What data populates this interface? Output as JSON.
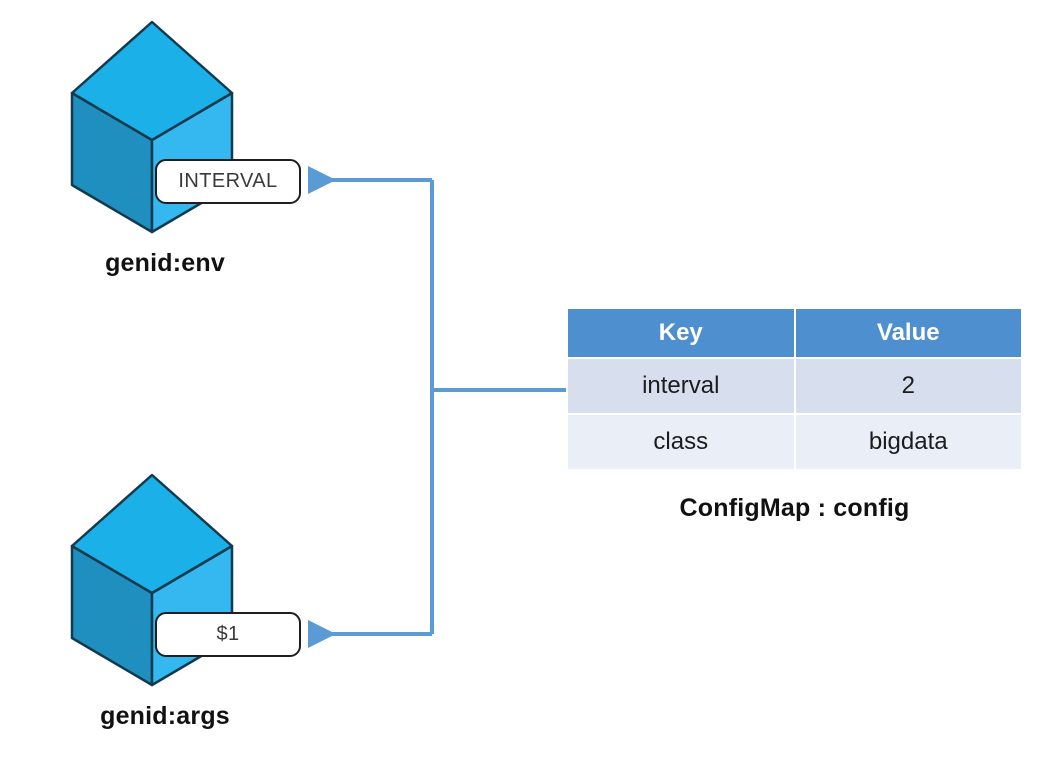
{
  "diagram": {
    "title": "Kubernetes ConfigMap injection diagram",
    "colors": {
      "cube_top": "#1cb0e8",
      "cube_left": "#1f8fc0",
      "cube_right": "#35b7f0",
      "cube_edge": "#123a4d",
      "connector": "#5b9bd5",
      "table_header_bg": "#4e8fd0",
      "table_header_text": "#ffffff",
      "table_row_odd_bg": "#d7dfee",
      "table_row_even_bg": "#e9eef7",
      "chip_border": "#1f1f1f",
      "chip_bg": "#ffffff",
      "text": "#111111"
    }
  },
  "nodes": [
    {
      "id": "env",
      "caption": "genid:env",
      "chip_label": "INTERVAL",
      "icon": "cube-icon"
    },
    {
      "id": "args",
      "caption": "genid:args",
      "chip_label": "$1",
      "icon": "cube-icon"
    }
  ],
  "configmap": {
    "caption": "ConfigMap : config",
    "columns": [
      "Key",
      "Value"
    ],
    "rows": [
      [
        "interval",
        "2"
      ],
      [
        "class",
        "bigdata"
      ]
    ]
  },
  "connectors": [
    {
      "id": "to-env",
      "from": "configmap",
      "to": "env",
      "arrow": "arrow-left-icon"
    },
    {
      "id": "to-args",
      "from": "configmap",
      "to": "args",
      "arrow": "arrow-left-icon"
    }
  ]
}
